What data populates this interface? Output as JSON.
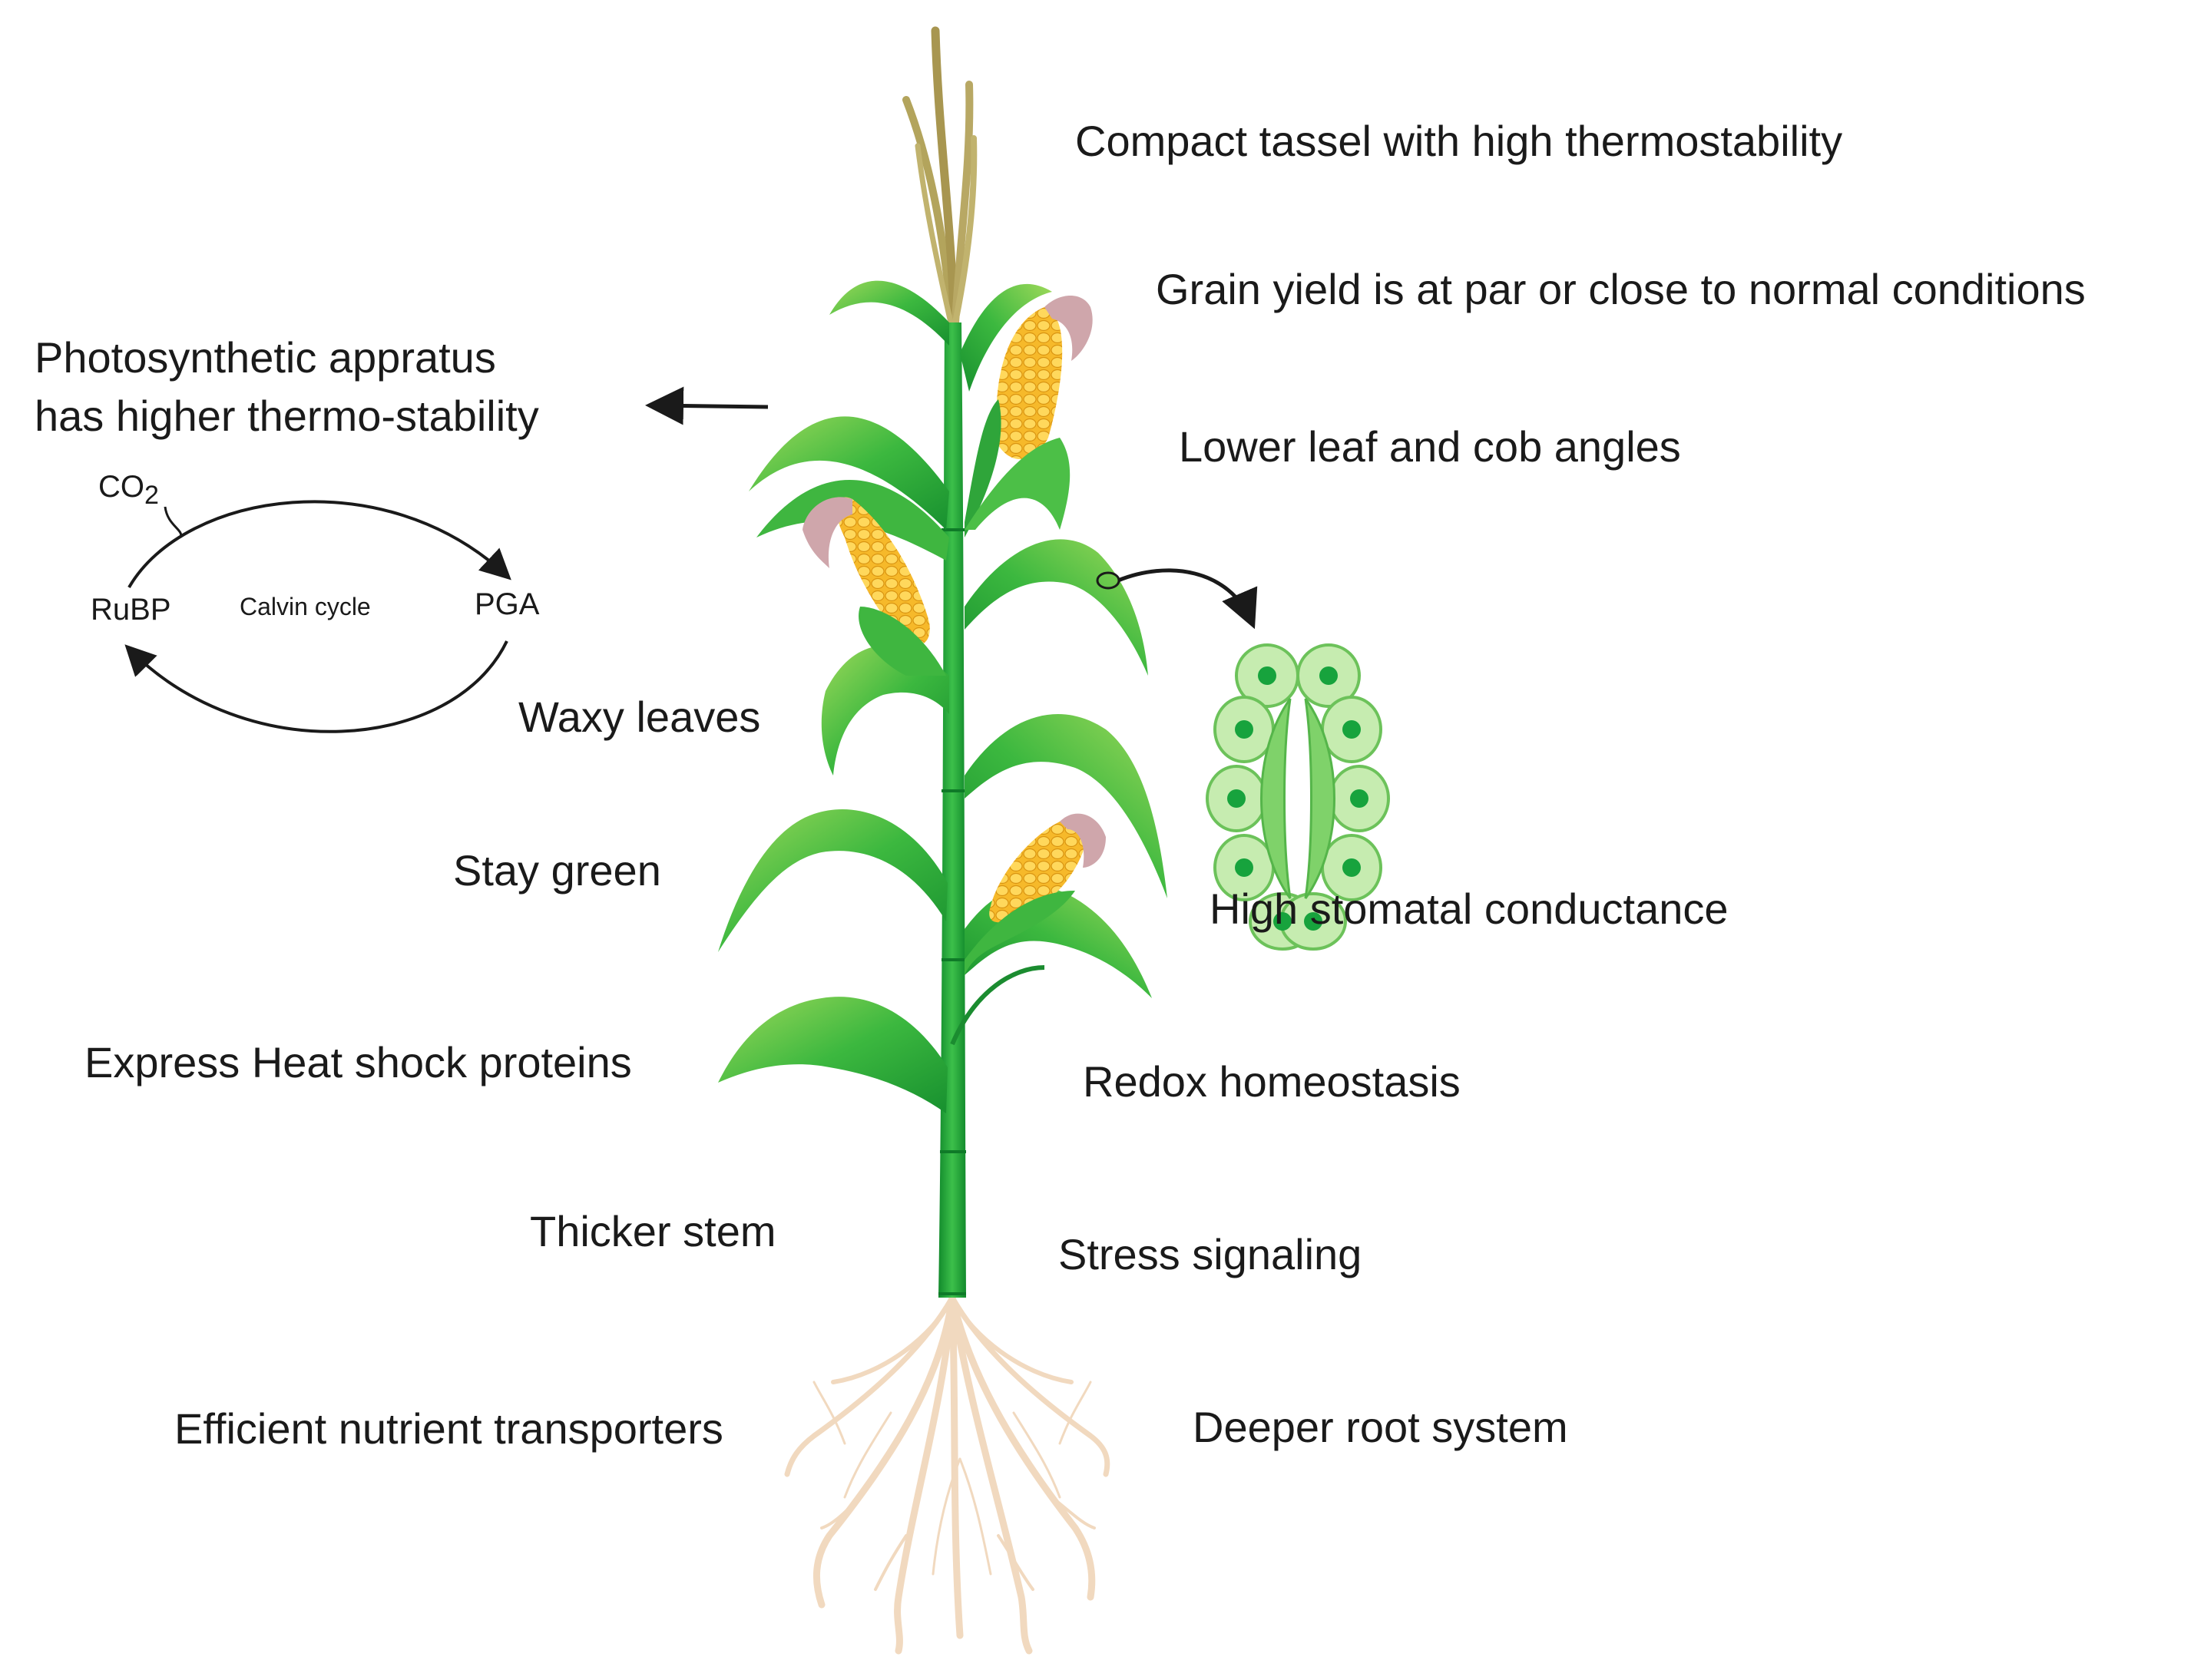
{
  "labels": {
    "tassel": "Compact tassel with high thermostability",
    "grain_yield": "Grain yield is at par or close to normal conditions",
    "photosynthetic_line1": "Photosynthetic appratus",
    "photosynthetic_line2": "has higher thermo-stability",
    "leaf_angles": "Lower leaf and cob angles",
    "waxy_leaves": "Waxy leaves",
    "stay_green": "Stay green",
    "stomatal": "High stomatal conductance",
    "heat_shock": "Express Heat shock proteins",
    "redox": "Redox homeostasis",
    "thicker_stem": "Thicker stem",
    "stress_signaling": "Stress signaling",
    "nutrient_transporters": "Efficient nutrient transporters",
    "root_system": "Deeper root system"
  },
  "calvin_cycle": {
    "co2_base": "CO",
    "co2_sub": "2",
    "rubp": "RuBP",
    "pga": "PGA",
    "center": "Calvin cycle"
  },
  "colors": {
    "leaf_dark": "#1e9e3a",
    "leaf_light": "#8fd14f",
    "stem": "#22a83c",
    "corn_kernel": "#f4b321",
    "silk": "#c9a4a8",
    "tassel": "#b5a45a",
    "root": "#f3dcc4",
    "cell_fill": "#c6ecb0",
    "cell_border": "#6cc25a",
    "nucleus": "#17a33d"
  }
}
